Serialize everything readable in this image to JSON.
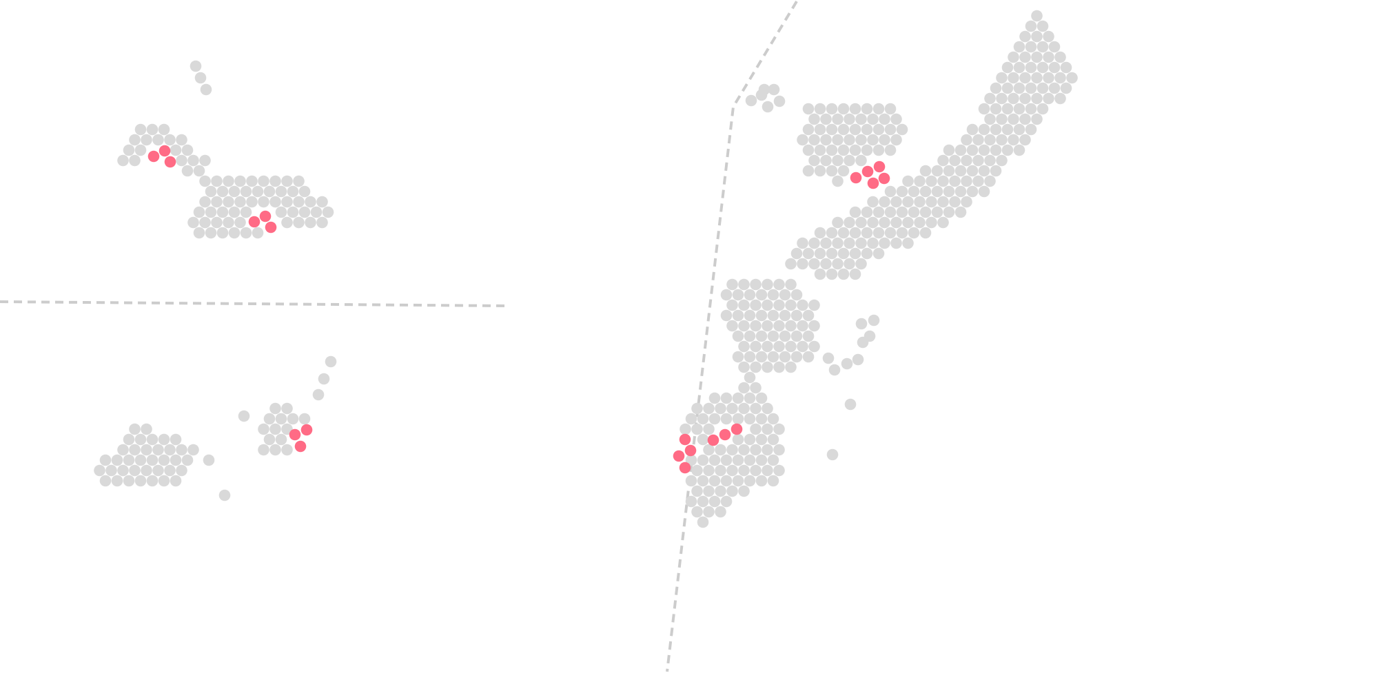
{
  "map": {
    "style": "hex-dot map",
    "colors": {
      "background": "#ffffff",
      "land_dot": "#d9d9d9",
      "highlight_dot": "#ff6b85",
      "divider_line": "#cccccc"
    },
    "divider_style": "dashed",
    "highlighted_dot_count": 22
  }
}
